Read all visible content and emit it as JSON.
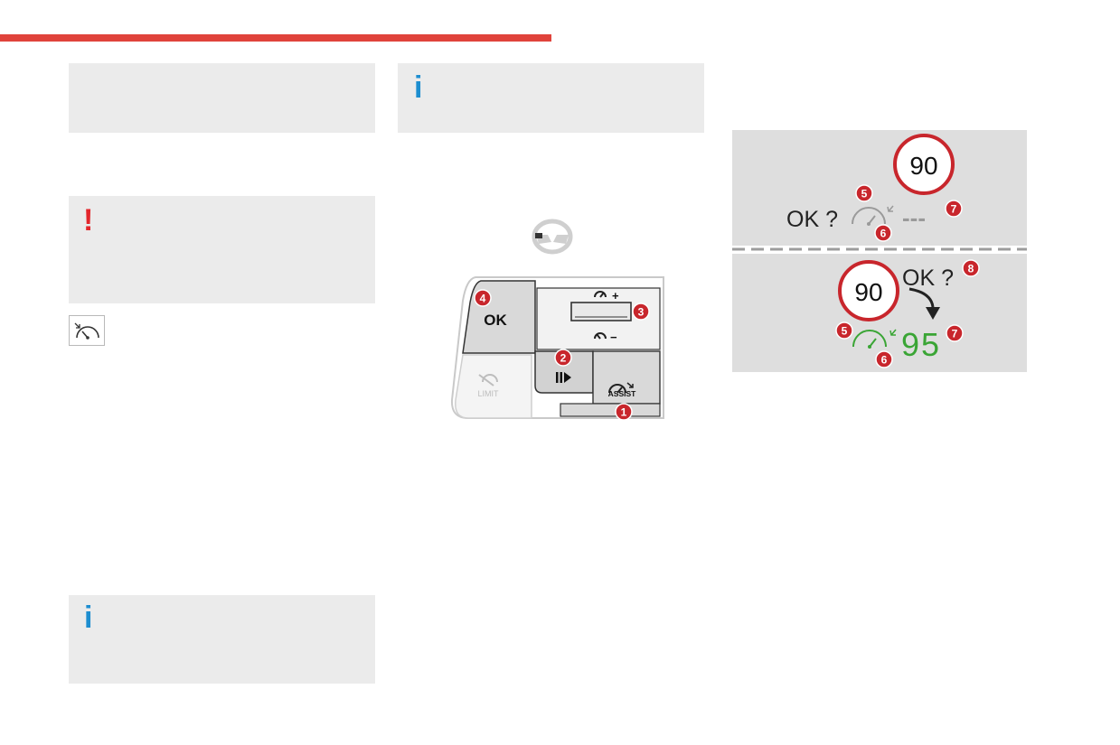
{
  "left_column": {
    "warning_symbol": "!",
    "info_symbol": "i"
  },
  "middle_column": {
    "info_symbol": "i",
    "controls": {
      "ok_label": "OK",
      "limit_label": "LIMIT",
      "assist_label": "ASSIST",
      "plus_label": "+",
      "minus_label": "−",
      "callouts": [
        "1",
        "2",
        "3",
        "4"
      ]
    }
  },
  "right_column": {
    "top_display": {
      "speed_sign": "90",
      "prompt": "OK ?",
      "value": "---",
      "callouts": [
        "5",
        "6",
        "7"
      ]
    },
    "bottom_display": {
      "speed_sign": "90",
      "prompt": "OK ?",
      "value": "95",
      "callouts": [
        "5",
        "6",
        "7",
        "8"
      ]
    }
  },
  "colors": {
    "accent_red": "#e0433b",
    "callout_red": "#c8262c",
    "info_blue": "#1d8ed0",
    "active_green": "#3aa535",
    "box_gray": "#ebebeb"
  }
}
